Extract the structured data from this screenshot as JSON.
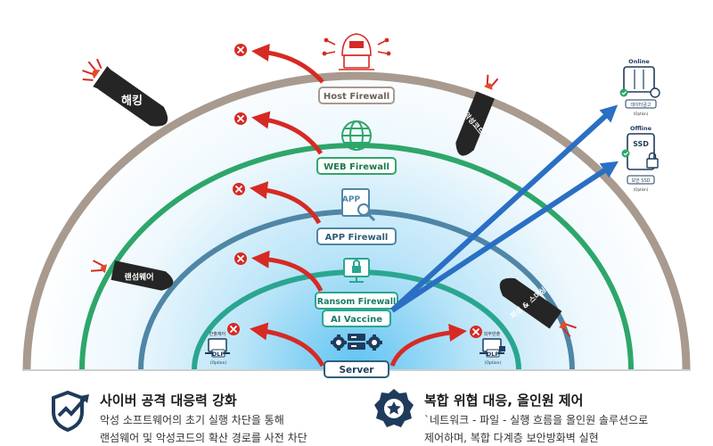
{
  "layers": {
    "host": "Host Firewall",
    "web": "WEB Firewall",
    "app": "APP Firewall",
    "ransom": "Ransom Firewall",
    "ai": "AI Vaccine",
    "server": "Server"
  },
  "app_icon_text": "APP",
  "threats": {
    "hacking": "해킹",
    "malware": "악성코드",
    "ransomware": "랜섬웨어",
    "phishing": "피싱 & 스미싱"
  },
  "dlp_left": {
    "top": "반출제어",
    "name": "DLP",
    "option": "(Option)"
  },
  "dlp_right": {
    "top": "외부반출",
    "name": "DLP",
    "option": "(Option)"
  },
  "storage": {
    "online_label": "Online",
    "online_name": "데이터금고",
    "online_option": "(Option)",
    "offline_label": "Offline",
    "offline_icon": "SSD",
    "offline_name": "보안 SSD",
    "offline_option": "(Option)"
  },
  "bottom_left": {
    "title": "사이버 공격 대응력 강화",
    "line1": "악성 소프트웨어의 초기 실행 차단을 통해",
    "line2": "랜섬웨어 및 악성코드의 확산 경로를 사전 차단"
  },
  "bottom_right": {
    "title": "복합 위협 대응, 올인원 제어",
    "line1": "`네트워크 - 파일 - 실행 흐름을 올인원 솔루션으로",
    "line2": "제어하며, 복합 다계층 보안방화벽 실현"
  },
  "colors": {
    "host_ring": "#a89a8e",
    "web_ring": "#2ea66a",
    "app_ring": "#4f86a5",
    "ransom_ring": "#2aa690",
    "arrow_red": "#d62a24",
    "arrow_blue": "#2a6fc4",
    "missile": "#252525",
    "icon_navy": "#1f3b5c"
  }
}
